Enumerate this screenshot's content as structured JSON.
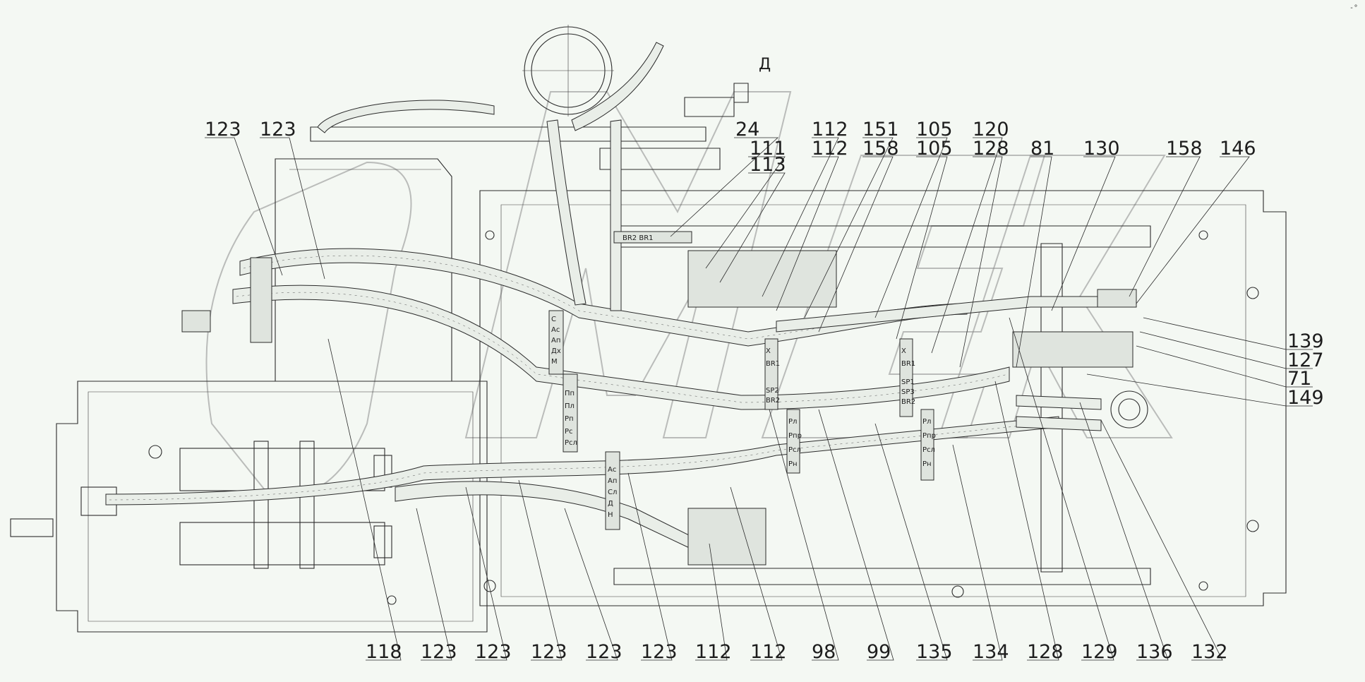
{
  "view_letter": "Д",
  "corner_mark": "-°",
  "callouts_top": [
    "123",
    "123",
    "24",
    "111",
    "113",
    "112",
    "112",
    "151",
    "158",
    "105",
    "105",
    "120",
    "128",
    "81",
    "130",
    "158",
    "146"
  ],
  "callouts_right": [
    "139",
    "127",
    "71",
    "149"
  ],
  "callouts_bottom": [
    "118",
    "123",
    "123",
    "123",
    "123",
    "123",
    "112",
    "112",
    "98",
    "99",
    "135",
    "134",
    "128",
    "129",
    "136",
    "132"
  ],
  "block_tags": {
    "brake_block": "BR2 BR1",
    "left_block": [
      "С",
      "Ас",
      "Ап",
      "Дх",
      "М"
    ],
    "left_block_2": [
      "Пп",
      "Пл",
      "Рп",
      "Рс",
      "Рсл"
    ],
    "center_block": [
      "Ас",
      "Ап",
      "Сл",
      "Д",
      "Н"
    ],
    "mid_block_a": [
      "Х",
      "BR1",
      "SP2",
      "BR2"
    ],
    "mid_block_b": [
      "Х",
      "BR1",
      "SP1",
      "SP3",
      "BR2"
    ],
    "right_block": [
      "Рл",
      "Рпр",
      "Рсл",
      "Рн"
    ],
    "right_block_2": [
      "Рл",
      "Рпр",
      "Рсл",
      "Рн"
    ]
  }
}
